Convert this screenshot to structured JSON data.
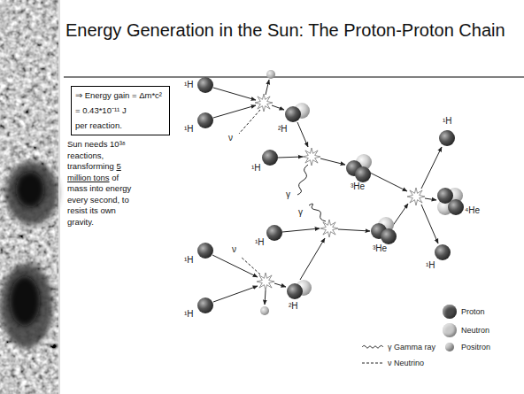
{
  "diagram": {
    "title": "Energy Generation in the Sun: The Proton-Proton Chain",
    "nodes": [
      {
        "text": [
          "⇒ Energy gain = Δm*c²",
          "= 0.43*10⁻¹¹ J",
          "per reaction."
        ]
      }
    ],
    "labels": [
      "Sun needs 10³⁸ reactions, transforming",
      "5 million tons",
      "of mass into energy every second, to resist its own gravity.",
      "¹H",
      "¹H",
      "¹H",
      "²H",
      "ν",
      "¹H",
      "³He",
      "γ",
      "⁴He",
      "γ",
      "¹H",
      "ν",
      "³He",
      "¹H",
      "¹H",
      "²H",
      "¹H"
    ],
    "legend": [
      {
        "text": "Proton",
        "color": "#4a4a4a"
      },
      {
        "text": "Neutron",
        "color": "#c8c8c8"
      },
      {
        "text": "γ Gamma ray"
      },
      {
        "text": "Positron",
        "color": "#b4b4b4"
      },
      {
        "text": "ν Neutrino"
      }
    ]
  }
}
